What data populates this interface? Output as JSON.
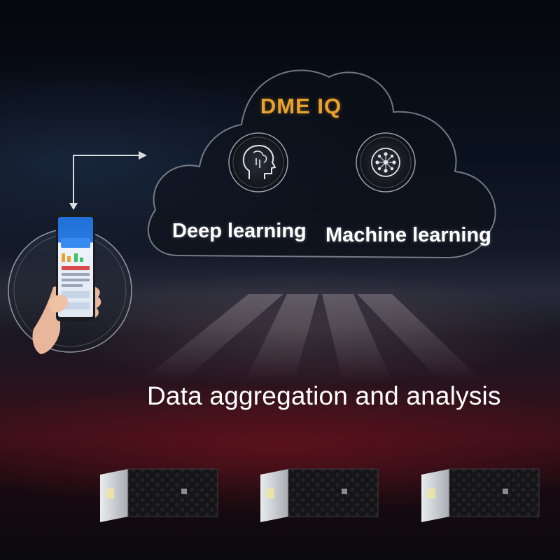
{
  "cloud": {
    "title": "DME IQ",
    "left_item": {
      "label": "Deep learning",
      "icon": "brain-head-icon"
    },
    "right_item": {
      "label": "Machine learning",
      "icon": "neural-network-icon"
    }
  },
  "caption": "Data aggregation and analysis",
  "phone": {
    "icon": "smartphone-app-icon"
  },
  "servers": [
    {
      "icon": "server-unit-icon"
    },
    {
      "icon": "server-unit-icon"
    },
    {
      "icon": "server-unit-icon"
    }
  ],
  "colors": {
    "title": "#e8a230",
    "text": "#ffffff",
    "background": "#0b1220",
    "accent_red": "#5a1420"
  }
}
